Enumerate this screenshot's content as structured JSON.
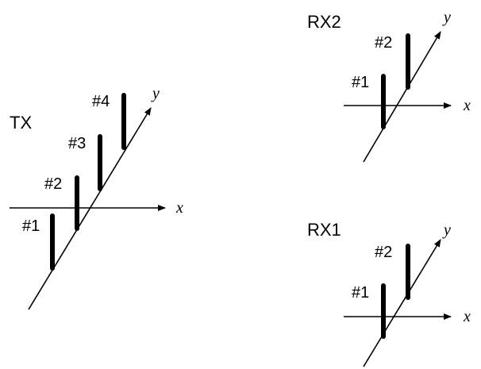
{
  "diagram": {
    "tx": {
      "title": "TX",
      "x_axis_label": "x",
      "y_axis_label": "y",
      "elements": [
        "#1",
        "#2",
        "#3",
        "#4"
      ]
    },
    "rx2": {
      "title": "RX2",
      "x_axis_label": "x",
      "y_axis_label": "y",
      "elements": [
        "#1",
        "#2"
      ]
    },
    "rx1": {
      "title": "RX1",
      "x_axis_label": "x",
      "y_axis_label": "y",
      "elements": [
        "#1",
        "#2"
      ]
    }
  }
}
